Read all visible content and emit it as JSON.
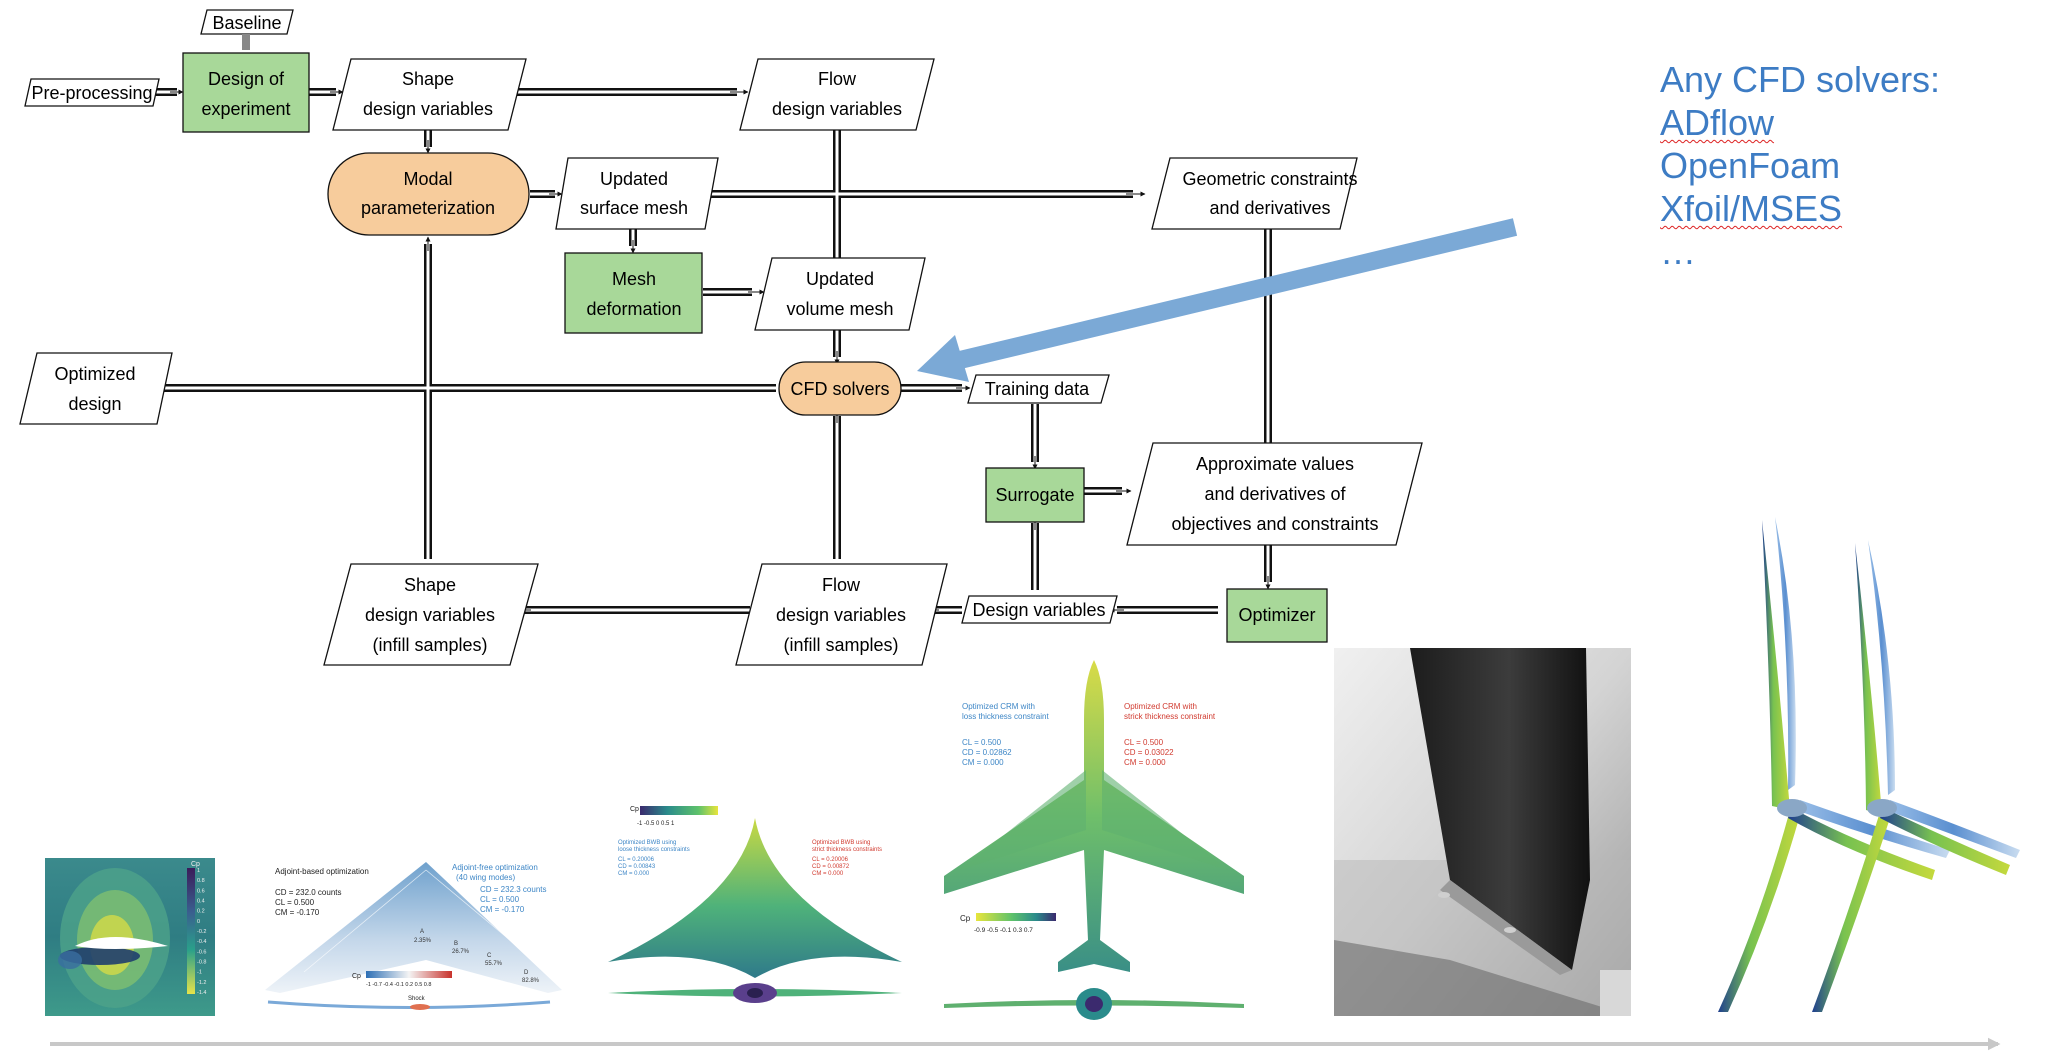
{
  "flowchart": {
    "baseline": "Baseline",
    "preprocessing": "Pre-processing",
    "doe": [
      "Design of",
      "experiment"
    ],
    "shape_vars": [
      "Shape",
      "design variables"
    ],
    "flow_vars": [
      "Flow",
      "design variables"
    ],
    "modal": [
      "Modal",
      "parameterization"
    ],
    "updated_surface": [
      "Updated",
      "surface mesh"
    ],
    "geom_constraints": [
      "Geometric constraints",
      "and derivatives"
    ],
    "mesh_deform": [
      "Mesh",
      "deformation"
    ],
    "updated_volume": [
      "Updated",
      "volume mesh"
    ],
    "optimized_design": [
      "Optimized",
      "design"
    ],
    "cfd": "CFD solvers",
    "training": "Training data",
    "surrogate": "Surrogate",
    "approx": [
      "Approximate values",
      "and derivatives of",
      "objectives and constraints"
    ],
    "shape_infill": [
      "Shape",
      "design variables",
      "(infill samples)"
    ],
    "flow_infill": [
      "Flow",
      "design variables",
      "(infill samples)"
    ],
    "design_vars": "Design variables",
    "optimizer": "Optimizer"
  },
  "solvers": {
    "title": "Any CFD solvers:",
    "items": [
      "ADflow",
      "OpenFoam",
      "Xfoil/MSES",
      "…"
    ]
  },
  "thumbs": {
    "airfoil": {
      "legend_title": "Cp",
      "ticks": [
        "1",
        "0.8",
        "0.6",
        "0.4",
        "0.2",
        "0",
        "-0.2",
        "-0.4",
        "-0.6",
        "-0.8",
        "-1",
        "-1.2",
        "-1.4"
      ]
    },
    "wing": {
      "title_left": "Adjoint-based optimization",
      "left_vals": [
        "CD = 232.0 counts",
        "CL = 0.500",
        "CM = -0.170"
      ],
      "title_right": "Adjoint-free optimization",
      "title_right2": "(40 wing modes)",
      "right_vals": [
        "CD = 232.3 counts",
        "CL = 0.500",
        "CM = -0.170"
      ],
      "sections": [
        "A",
        "B",
        "C",
        "D"
      ],
      "section_pct": [
        "2.35%",
        "26.7%",
        "55.7%",
        "82.8%"
      ],
      "cbar_title": "Cp",
      "cbar_ticks": "-1  -0.7 -0.4 -0.1  0.2  0.5  0.8",
      "shock": "Shock"
    },
    "bwb": {
      "cbar_title": "Cp",
      "cbar_ticks": "-1   -0.5   0   0.5   1",
      "left": [
        "Optimized BWB using",
        "loose thickness constraints"
      ],
      "left_vals": [
        "CL = 0.20006",
        "CD = 0.00843",
        "CM = 0.000"
      ],
      "right": [
        "Optimized BWB using",
        "strict thickness constraints"
      ],
      "right_vals": [
        "CL = 0.20006",
        "CD = 0.00872",
        "CM = 0.000"
      ]
    },
    "crm": {
      "left": [
        "Optimized CRM with",
        "loss thickness constraint"
      ],
      "left_vals": [
        "CL = 0.500",
        "CD = 0.02862",
        "CM = 0.000"
      ],
      "right": [
        "Optimized CRM with",
        "strick thickness constraint"
      ],
      "right_vals": [
        "CL = 0.500",
        "CD = 0.03022",
        "CM = 0.000"
      ],
      "cbar_title": "Cp",
      "cbar_ticks": "-0.9 -0.5 -0.1  0.3  0.7"
    }
  },
  "colors": {
    "green": "#a8d899",
    "orange": "#f7cc9c",
    "solver_blue": "#3d7cc4",
    "arrow_blue": "#7ba9d6",
    "timeline": "#c8c8c8"
  }
}
